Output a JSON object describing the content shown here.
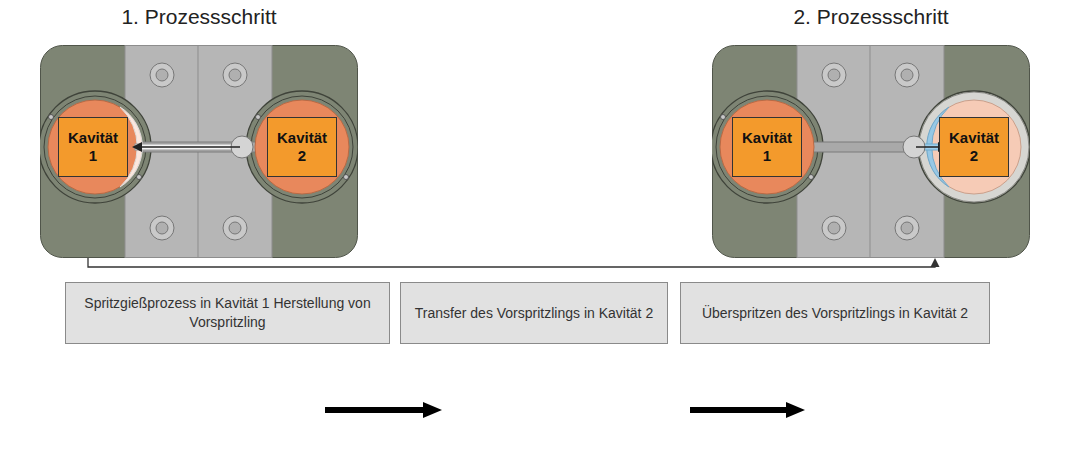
{
  "diagram": {
    "nodes": [
      {
        "text": [
          "1. Prozessschritt"
        ]
      },
      {
        "text": [
          "Kavität 1"
        ],
        "in": 0
      },
      {
        "text": [
          "Kavität 2"
        ],
        "in": 0
      },
      {
        "text": [
          "2. Prozessschritt"
        ]
      },
      {
        "text": [
          "Kavität 1"
        ],
        "in": 3
      },
      {
        "text": [
          "Kavität 2"
        ],
        "in": 3
      },
      {
        "text": [
          "Spritzgießprozess in Kavität 1 Herstellung von Vorspritzling"
        ]
      },
      {
        "text": [
          "Transfer des Vorspritzlings in Kavität 2"
        ]
      },
      {
        "text": [
          "Überspritzen des Vorspritzlings in Kavität 2"
        ]
      }
    ],
    "edges": [
      {
        "from": 0,
        "to": 3,
        "arrow": "to"
      }
    ]
  }
}
